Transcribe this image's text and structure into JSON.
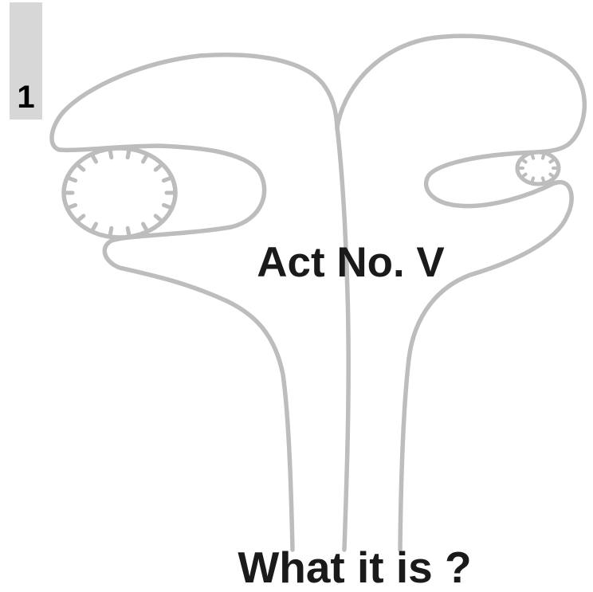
{
  "page_number": "1",
  "act_label": "Act No. V",
  "question": "What it is ?",
  "colors": {
    "badge": "#d7d7d7",
    "outline": "#bdbdbd",
    "text": "#1a1a1a"
  }
}
